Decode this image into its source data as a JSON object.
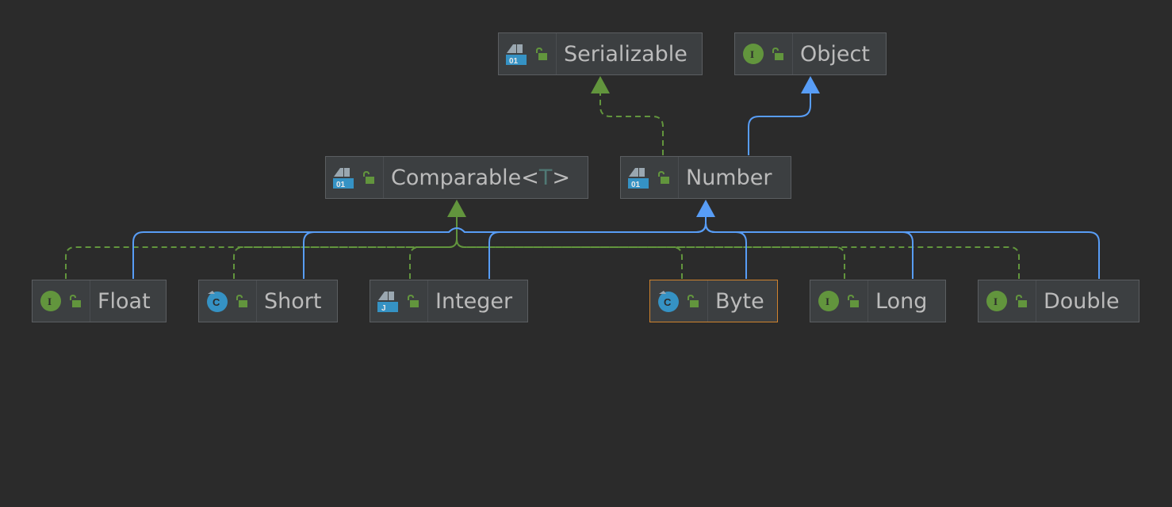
{
  "colors": {
    "background": "#2b2b2b",
    "node_fill": "#3c3f41",
    "node_border": "#5b5e61",
    "selected_border": "#d0832e",
    "text": "#bbbbbb",
    "type_param": "#507874",
    "extends_edge": "#589df6",
    "implements_edge": "#62953d"
  },
  "nodes": {
    "serializable": {
      "label": "Serializable",
      "icon": "class-file-icon"
    },
    "object": {
      "label": "Object",
      "icon": "interface-icon"
    },
    "comparable": {
      "label": "Comparable<",
      "type_param": "T",
      "close": ">",
      "icon": "class-file-icon"
    },
    "number": {
      "label": "Number",
      "icon": "class-file-icon"
    },
    "float": {
      "label": "Float",
      "icon": "interface-icon"
    },
    "short": {
      "label": "Short",
      "icon": "class-icon"
    },
    "integer": {
      "label": "Integer",
      "icon": "java-file-icon"
    },
    "byte": {
      "label": "Byte",
      "icon": "class-icon",
      "selected": true
    },
    "long": {
      "label": "Long",
      "icon": "interface-icon"
    },
    "double": {
      "label": "Double",
      "icon": "interface-icon"
    }
  },
  "edges": [
    {
      "from": "number",
      "to": "serializable",
      "kind": "implements"
    },
    {
      "from": "number",
      "to": "object",
      "kind": "extends"
    },
    {
      "from": "float",
      "to": "comparable",
      "kind": "implements"
    },
    {
      "from": "short",
      "to": "comparable",
      "kind": "implements"
    },
    {
      "from": "integer",
      "to": "comparable",
      "kind": "implements"
    },
    {
      "from": "byte",
      "to": "comparable",
      "kind": "implements"
    },
    {
      "from": "long",
      "to": "comparable",
      "kind": "implements"
    },
    {
      "from": "double",
      "to": "comparable",
      "kind": "implements"
    },
    {
      "from": "float",
      "to": "number",
      "kind": "extends"
    },
    {
      "from": "short",
      "to": "number",
      "kind": "extends"
    },
    {
      "from": "integer",
      "to": "number",
      "kind": "extends"
    },
    {
      "from": "byte",
      "to": "number",
      "kind": "extends"
    },
    {
      "from": "long",
      "to": "number",
      "kind": "extends"
    },
    {
      "from": "double",
      "to": "number",
      "kind": "extends"
    }
  ]
}
